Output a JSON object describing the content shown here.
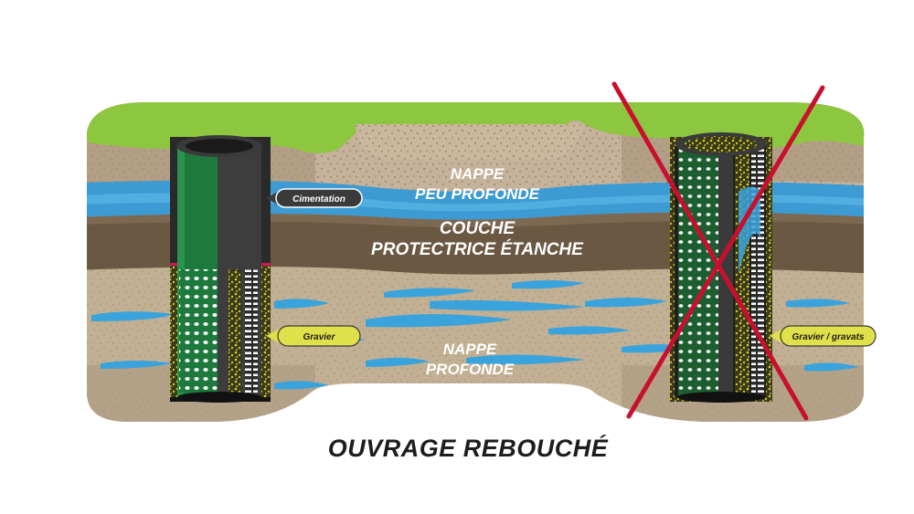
{
  "layers": {
    "nappe_peu_profonde": [
      "NAPPE",
      "PEU PROFONDE"
    ],
    "couche_etanche": [
      "COUCHE",
      "PROTECTRICE ÉTANCHE"
    ],
    "nappe_profonde": [
      "NAPPE",
      "PROFONDE"
    ]
  },
  "callouts": {
    "cimentation": "Cimentation",
    "gravier": "Gravier",
    "gravier_gravats": "Gravier / gravats"
  },
  "caption": "OUVRAGE REBOUCHÉ",
  "colors": {
    "grass": "#8dc63f",
    "topsoil": "#c4b299",
    "shallow_water": "#3aa0d8",
    "clay": "#6d5a45",
    "deep_soil": "#bfae91",
    "casing_green": "#1e7a3c",
    "casing_dark": "#3a3a3a",
    "gravel": "#c8c23a",
    "cross": "#c8102e"
  }
}
